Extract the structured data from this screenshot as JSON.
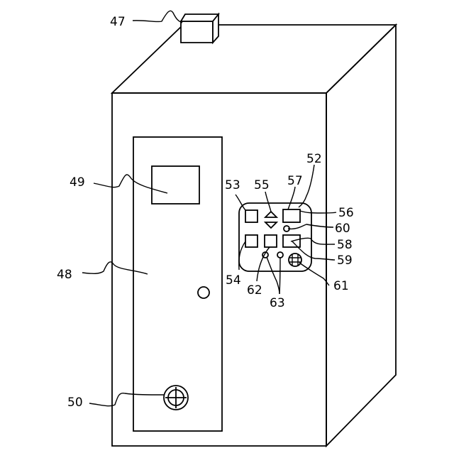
{
  "figure": {
    "labels": {
      "camera_box": "47",
      "door": "48",
      "window": "49",
      "vent": "50",
      "control_panel": "52",
      "button_53": "53",
      "button_54": "54",
      "arrows_55": "55",
      "button_56": "56",
      "button_57": "57",
      "button_58": "58",
      "button_59": "59",
      "indicator_60": "60",
      "speaker_61": "61",
      "button_62": "62",
      "indicators_63": "63"
    }
  }
}
